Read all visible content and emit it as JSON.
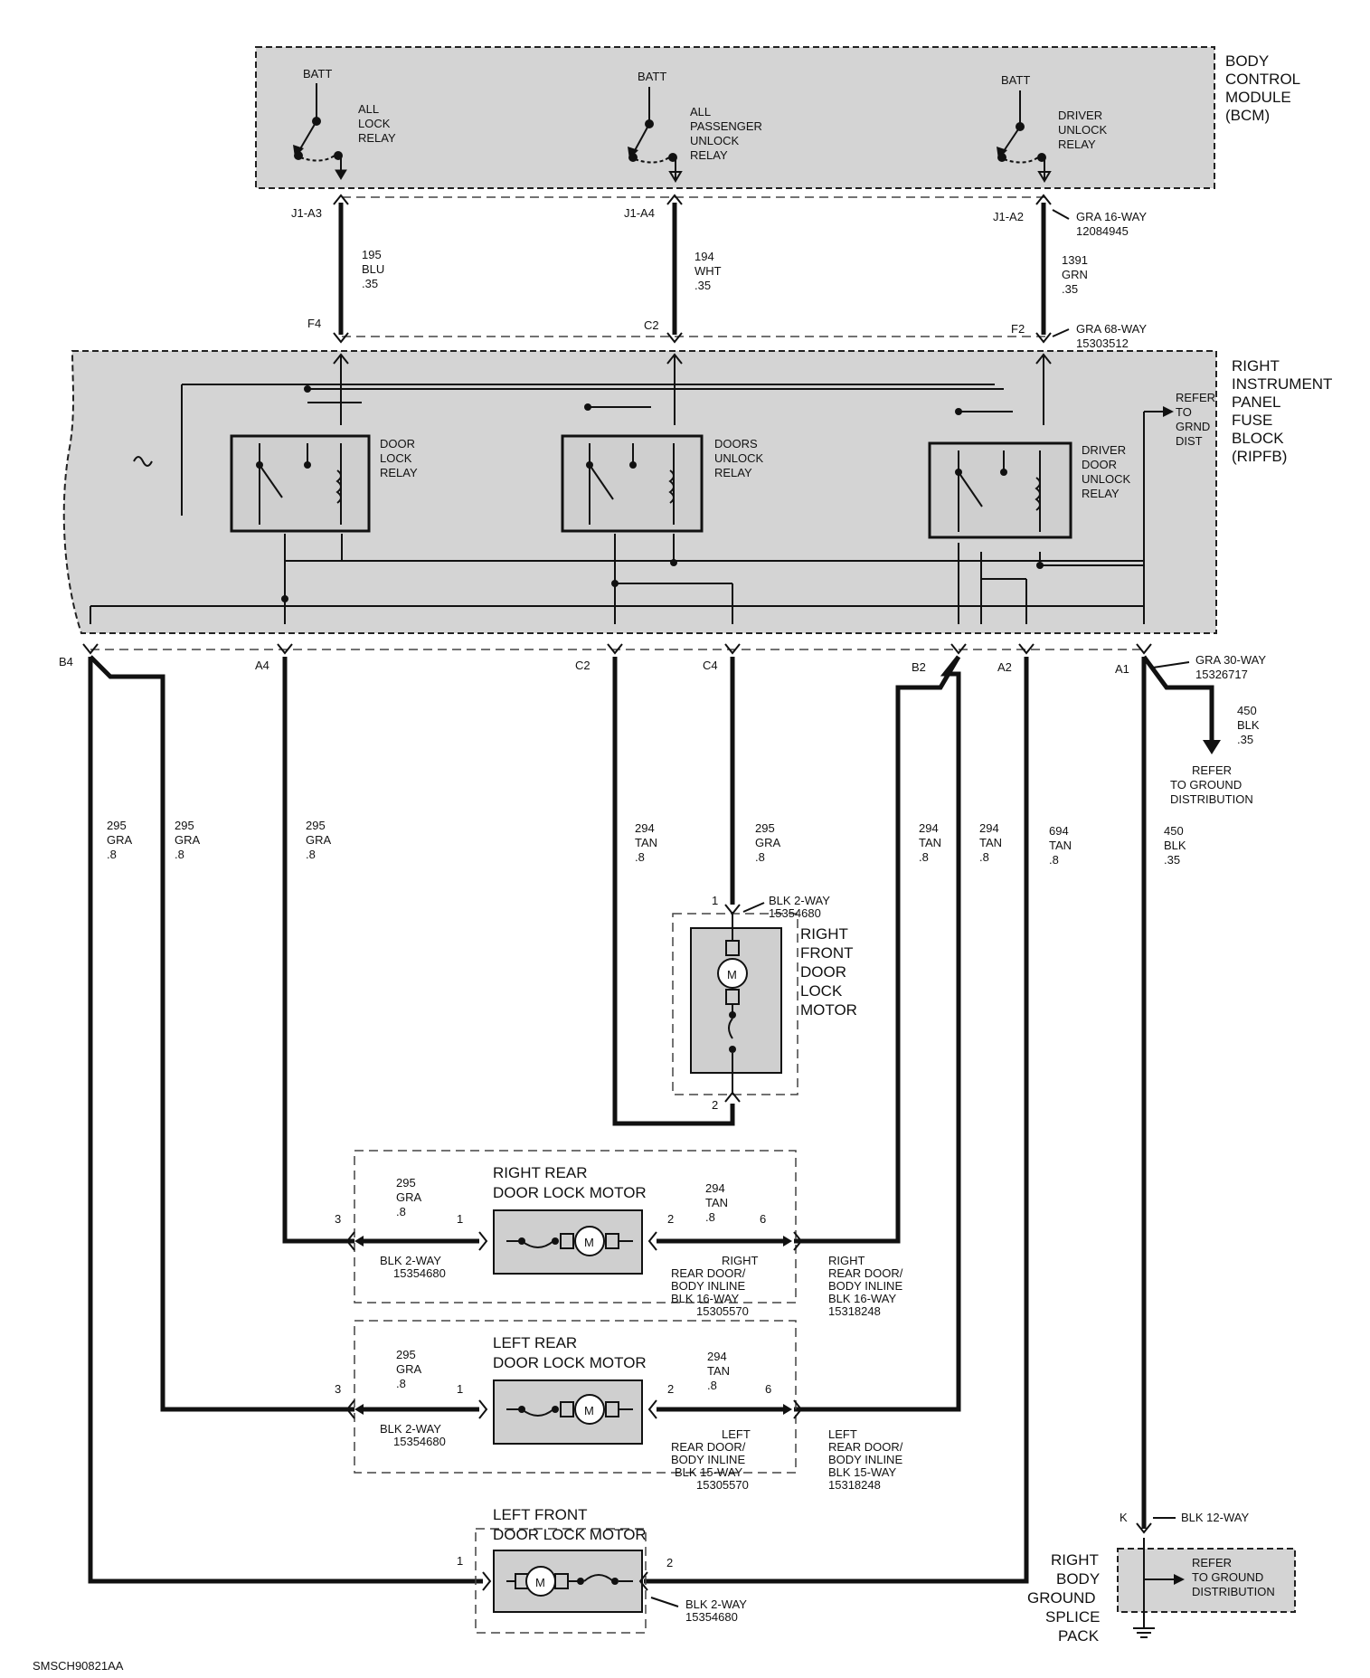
{
  "modules": {
    "bcm": {
      "title": [
        "BODY",
        "CONTROL",
        "MODULE",
        "(BCM)"
      ]
    },
    "ripfb": {
      "title": [
        "RIGHT",
        "INSTRUMENT",
        "PANEL",
        "FUSE",
        "BLOCK",
        "(RIPFB)"
      ]
    },
    "splice_pack": {
      "title": [
        "RIGHT",
        "BODY",
        "GROUND",
        "SPLICE",
        "PACK"
      ]
    }
  },
  "bcm_relays": [
    {
      "batt": "BATT",
      "label": [
        "ALL",
        "LOCK",
        "RELAY"
      ]
    },
    {
      "batt": "BATT",
      "label": [
        "ALL",
        "PASSENGER",
        "UNLOCK",
        "RELAY"
      ]
    },
    {
      "batt": "BATT",
      "label": [
        "DRIVER",
        "UNLOCK",
        "RELAY"
      ]
    }
  ],
  "bcm_connector": {
    "name": "GRA 16-WAY",
    "part": "12084945"
  },
  "ripfb_top_connector": {
    "name": "GRA 68-WAY",
    "part": "15303512"
  },
  "ripfb_bottom_connector": {
    "name": "GRA 30-WAY",
    "part": "15326717"
  },
  "bcm_wires": [
    {
      "pin_top": "J1-A3",
      "pin_bottom": "F4",
      "circuit": [
        "195",
        "BLU",
        ".35"
      ]
    },
    {
      "pin_top": "J1-A4",
      "pin_bottom": "C2",
      "circuit": [
        "194",
        "WHT",
        ".35"
      ]
    },
    {
      "pin_top": "J1-A2",
      "pin_bottom": "F2",
      "circuit": [
        "1391",
        "GRN",
        ".35"
      ]
    }
  ],
  "ripfb_relays": [
    {
      "label": [
        "DOOR",
        "LOCK",
        "RELAY"
      ]
    },
    {
      "label": [
        "DOORS",
        "UNLOCK",
        "RELAY"
      ]
    },
    {
      "label": [
        "DRIVER",
        "DOOR",
        "UNLOCK",
        "RELAY"
      ]
    }
  ],
  "refer_grnd_dist": [
    "REFER",
    "TO",
    "GRND",
    "DIST"
  ],
  "bottom_pins": [
    "B4",
    "A4",
    "C2",
    "C4",
    "B2",
    "A2",
    "A1"
  ],
  "ground_circuit": [
    "450",
    "BLK",
    ".35"
  ],
  "refer_ground_distribution": [
    "REFER",
    "TO GROUND",
    "DISTRIBUTION"
  ],
  "wire_circuits": [
    [
      "295",
      "GRA",
      ".8"
    ],
    [
      "295",
      "GRA",
      ".8"
    ],
    [
      "295",
      "GRA",
      ".8"
    ],
    [
      "294",
      "TAN",
      ".8"
    ],
    [
      "295",
      "GRA",
      ".8"
    ],
    [
      "294",
      "TAN",
      ".8"
    ],
    [
      "294",
      "TAN",
      ".8"
    ],
    [
      "694",
      "TAN",
      ".8"
    ],
    [
      "450",
      "BLK",
      ".35"
    ]
  ],
  "rf_motor": {
    "title": [
      "RIGHT",
      "FRONT",
      "DOOR",
      "LOCK",
      "MOTOR"
    ],
    "conn_name": "BLK 2-WAY",
    "conn_part": "15354680",
    "pin1": "1",
    "pin2": "2"
  },
  "rr_motor": {
    "title": [
      "RIGHT REAR",
      "DOOR LOCK MOTOR"
    ],
    "circuit_left": [
      "295",
      "GRA",
      ".8"
    ],
    "circuit_right": [
      "294",
      "TAN",
      ".8"
    ],
    "pins": [
      "3",
      "1",
      "2",
      "6"
    ],
    "conn_left": [
      "BLK 2-WAY",
      "15354680"
    ],
    "conn_mid": [
      "RIGHT",
      "REAR DOOR/",
      "BODY INLINE",
      "BLK 16-WAY",
      "15305570"
    ],
    "conn_right": [
      "RIGHT",
      "REAR DOOR/",
      "BODY INLINE",
      "BLK 16-WAY",
      "15318248"
    ]
  },
  "lr_motor": {
    "title": [
      "LEFT REAR",
      "DOOR LOCK MOTOR"
    ],
    "circuit_left": [
      "295",
      "GRA",
      ".8"
    ],
    "circuit_right": [
      "294",
      "TAN",
      ".8"
    ],
    "pins": [
      "3",
      "1",
      "2",
      "6"
    ],
    "conn_left": [
      "BLK 2-WAY",
      "15354680"
    ],
    "conn_mid": [
      "LEFT",
      "REAR DOOR/",
      "BODY INLINE",
      "BLK 15-WAY",
      "15305570"
    ],
    "conn_right": [
      "LEFT",
      "REAR DOOR/",
      "BODY INLINE",
      "BLK 15-WAY",
      "15318248"
    ]
  },
  "lf_motor": {
    "title": [
      "LEFT FRONT",
      "DOOR LOCK MOTOR"
    ],
    "pins": [
      "1",
      "2"
    ],
    "conn": [
      "BLK 2-WAY",
      "15354680"
    ]
  },
  "splice": {
    "pin": "K",
    "conn": "BLK 12-WAY",
    "refer": [
      "REFER",
      "TO GROUND",
      "DISTRIBUTION"
    ]
  },
  "motor_symbol": "M",
  "doc_id": "SMSCH90821AA"
}
